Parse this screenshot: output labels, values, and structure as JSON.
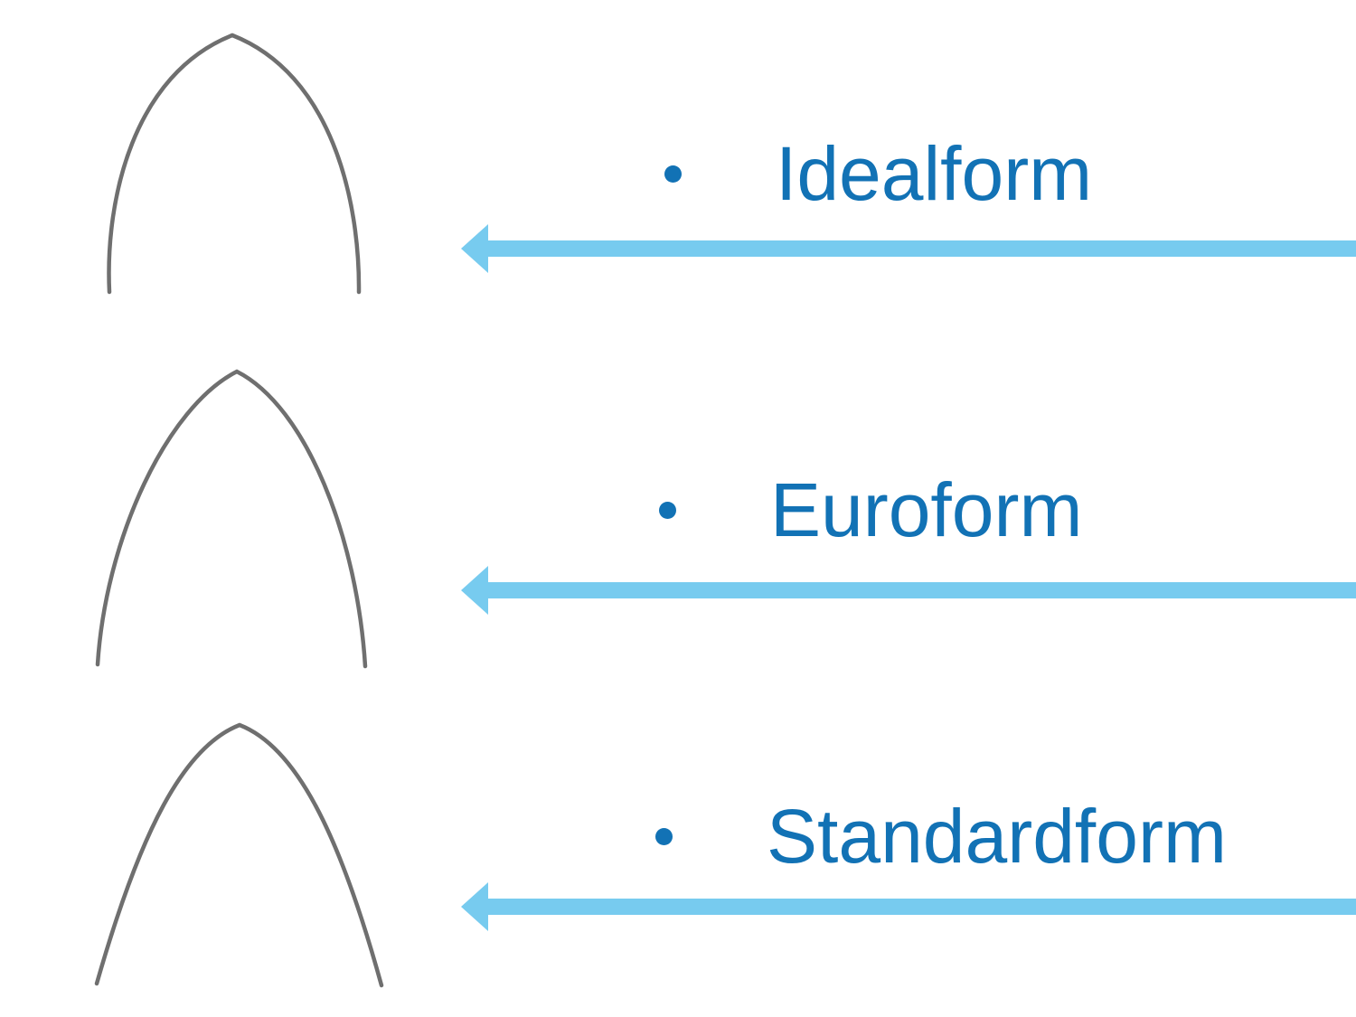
{
  "slide": {
    "background_color": "#ffffff",
    "label_color": "#1272b5",
    "bullet_color": "#1272b5",
    "arrow_color": "#77cbef",
    "wire_color": "#6f6f6f",
    "items": [
      {
        "label": "Idealform",
        "wire": "idealform-archwire"
      },
      {
        "label": "Euroform",
        "wire": "euroform-archwire"
      },
      {
        "label": "Standardform",
        "wire": "standardform-archwire"
      }
    ]
  }
}
